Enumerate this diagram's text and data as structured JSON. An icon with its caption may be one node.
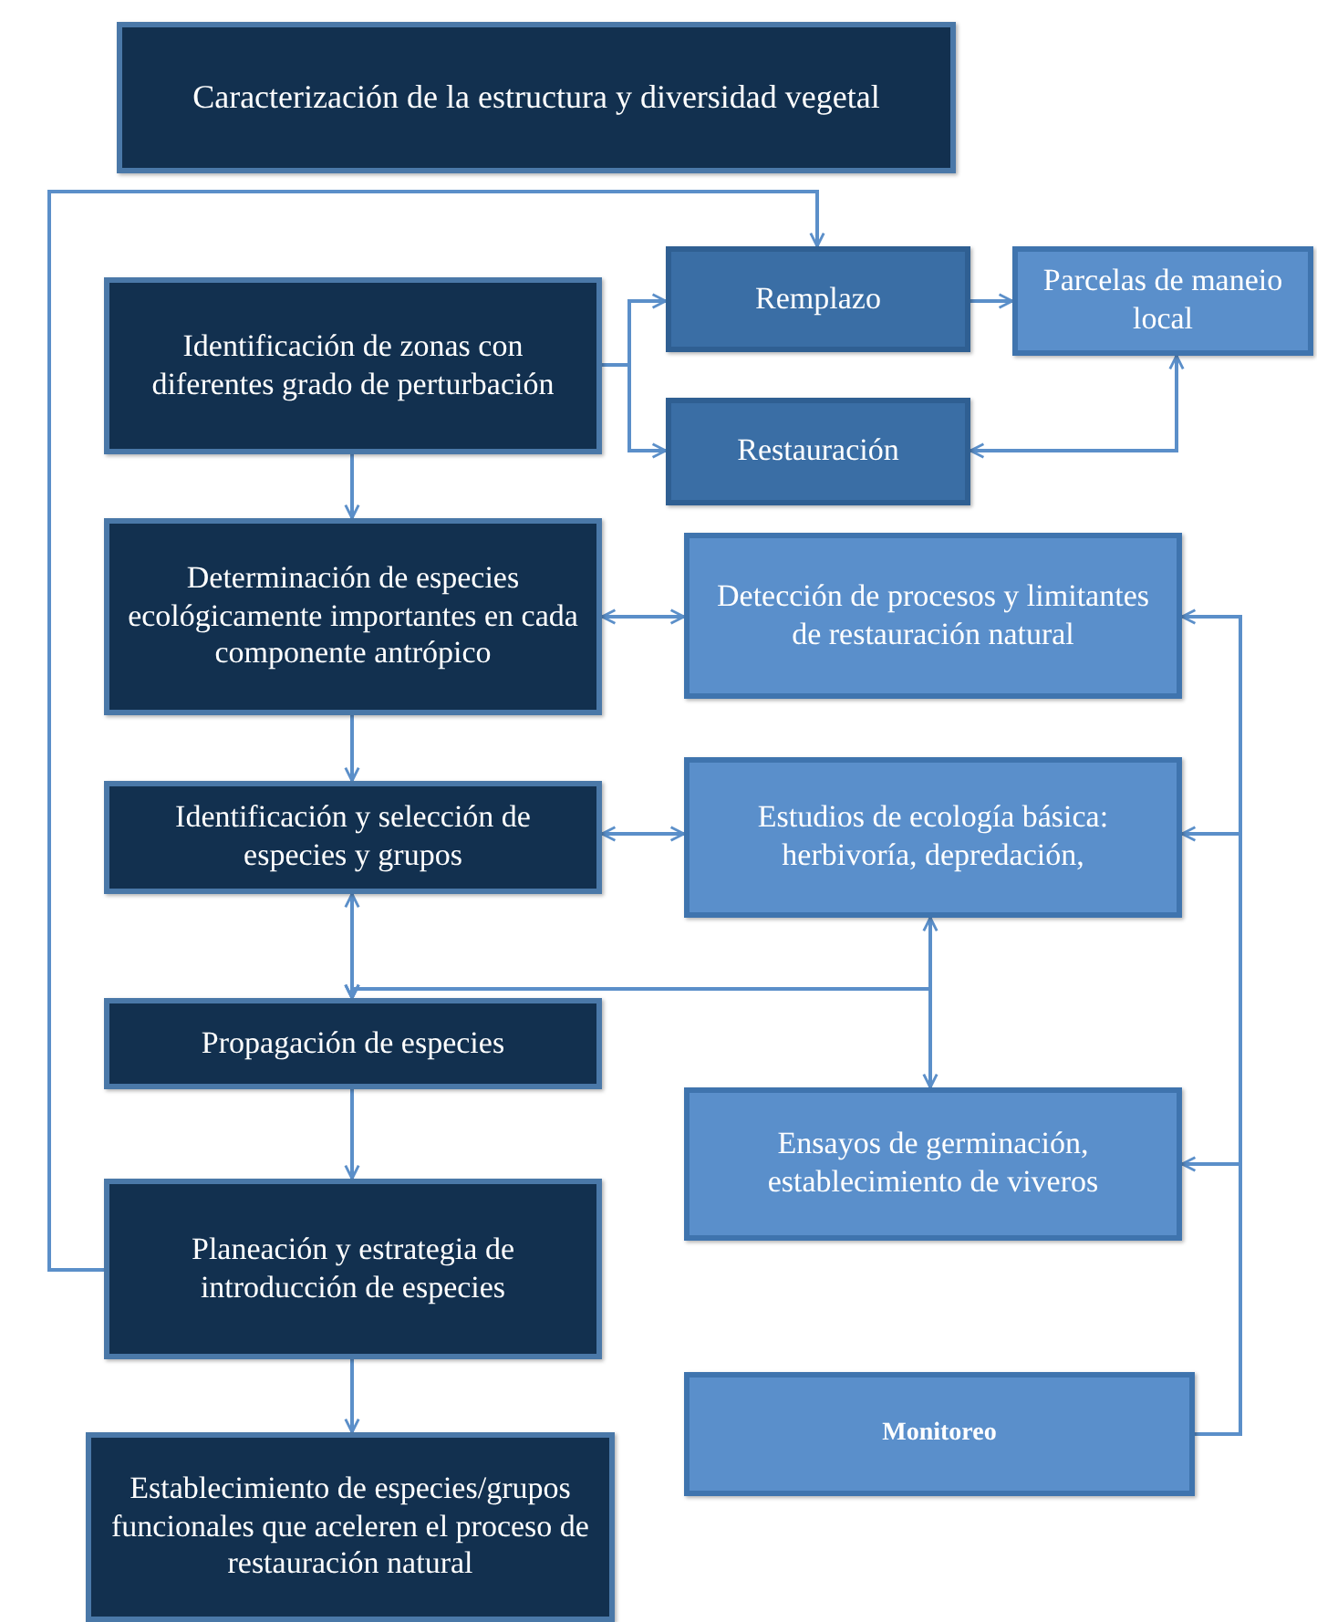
{
  "diagram": {
    "nodes": [
      {
        "text": [
          "Caracterización de la estructura  y diversidad vegetal"
        ]
      },
      {
        "text": [
          "Identificación de  zonas con diferentes grado de perturbación"
        ]
      },
      {
        "text": [
          "Remplazo"
        ]
      },
      {
        "text": [
          "Parcelas de maneio local"
        ]
      },
      {
        "text": [
          "Restauración"
        ]
      },
      {
        "text": [
          "Determinación de especies ecológicamente importantes  en cada componente antrópico"
        ]
      },
      {
        "text": [
          "Detección de procesos y limitantes de restauración natural"
        ]
      },
      {
        "text": [
          "Identificación y selección de especies  y grupos"
        ]
      },
      {
        "text": [
          "Estudios de ecología básica: herbivoría, depredación,"
        ]
      },
      {
        "text": [
          "Propagación de especies"
        ]
      },
      {
        "text": [
          "Ensayos de germinación, establecimiento de viveros"
        ]
      },
      {
        "text": [
          "Planeación y estrategia de introducción de especies"
        ]
      },
      {
        "text": [
          "Establecimiento de especies/grupos funcionales que aceleren el proceso de restauración natural"
        ]
      },
      {
        "text": [
          "Monitoreo"
        ]
      }
    ],
    "edges": [
      {
        "from": 1,
        "to": 2,
        "arrow": "to"
      },
      {
        "from": 1,
        "to": 4,
        "arrow": "to"
      },
      {
        "from": 2,
        "to": 3,
        "arrow": "to"
      },
      {
        "from": 4,
        "to": 3,
        "arrow": "both"
      },
      {
        "from": 1,
        "to": 5,
        "arrow": "to"
      },
      {
        "from": 5,
        "to": 6,
        "arrow": "both"
      },
      {
        "from": 5,
        "to": 7,
        "arrow": "to"
      },
      {
        "from": 7,
        "to": 8,
        "arrow": "both"
      },
      {
        "from": 7,
        "to": 9,
        "arrow": "both"
      },
      {
        "from": 9,
        "to": 8,
        "arrow": "both"
      },
      {
        "from": 9,
        "to": 10,
        "arrow": "both"
      },
      {
        "from": 9,
        "to": 11,
        "arrow": "to"
      },
      {
        "from": 11,
        "to": 12,
        "arrow": "to"
      },
      {
        "from": 11,
        "to": 2,
        "arrow": "to"
      },
      {
        "from": 13,
        "to": 6,
        "arrow": "to"
      },
      {
        "from": 13,
        "to": 8,
        "arrow": "to"
      },
      {
        "from": 13,
        "to": 10,
        "arrow": "to"
      }
    ]
  }
}
